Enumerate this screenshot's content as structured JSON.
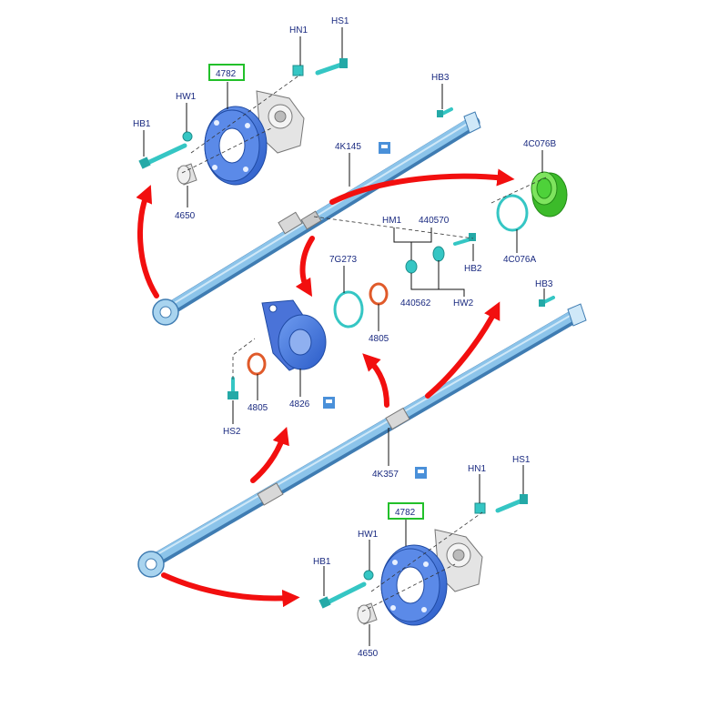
{
  "labels": {
    "top_hn1": "HN1",
    "top_hs1": "HS1",
    "top_4782": "4782",
    "top_hb3": "HB3",
    "top_hw1": "HW1",
    "top_hb1": "HB1",
    "top_4k145": "4K145",
    "top_4c076b": "4C076B",
    "top_4650": "4650",
    "hm1": "HM1",
    "p440570": "440570",
    "p7g273": "7G273",
    "hb2": "HB2",
    "p4c076a": "4C076A",
    "p440562": "440562",
    "hw2": "HW2",
    "mid_hb3": "HB3",
    "p4805_right": "4805",
    "p4805_left": "4805",
    "p4826": "4826",
    "hs2": "HS2",
    "p4k357": "4K357",
    "bot_hn1": "HN1",
    "bot_hs1": "HS1",
    "bot_4782": "4782",
    "bot_hw1": "HW1",
    "bot_hb1": "HB1",
    "bot_4650": "4650"
  },
  "colors": {
    "label_text": "#1a2a80",
    "highlight_box": "#22c02a",
    "shaft": "#8cc4ea",
    "coupling": "#3d74d6",
    "fastener": "#35c6c4",
    "seal_ring": "#e05a2a",
    "cv_boot": "#4ed23a",
    "arrow": "#f20f0f"
  }
}
